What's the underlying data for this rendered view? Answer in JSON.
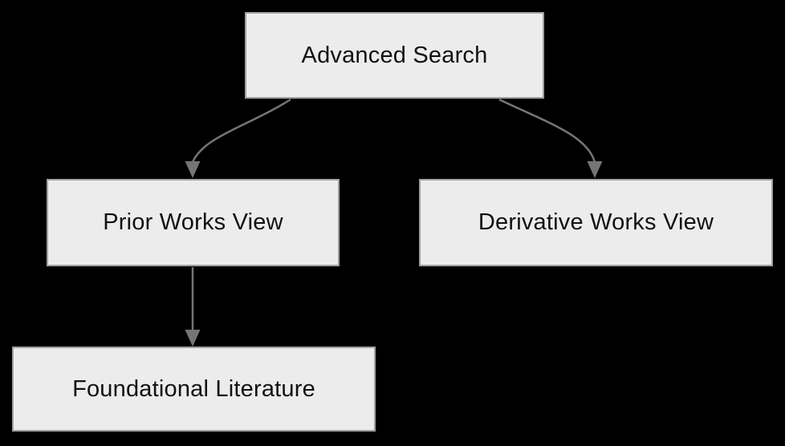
{
  "diagram": {
    "type": "flowchart",
    "background_color": "#000000",
    "node_fill_color": "#ececec",
    "node_border_color": "#a0a0a0",
    "arrow_color": "#757575",
    "text_color": "#111111",
    "nodes": [
      {
        "id": "advanced-search",
        "label": "Advanced Search"
      },
      {
        "id": "prior-works-view",
        "label": "Prior Works View"
      },
      {
        "id": "derivative-works-view",
        "label": "Derivative Works View"
      },
      {
        "id": "foundational-literature",
        "label": "Foundational Literature"
      }
    ],
    "edges": [
      {
        "from": "Advanced Search",
        "to": "Prior Works View"
      },
      {
        "from": "Advanced Search",
        "to": "Derivative Works View"
      },
      {
        "from": "Prior Works View",
        "to": "Foundational Literature"
      }
    ]
  }
}
